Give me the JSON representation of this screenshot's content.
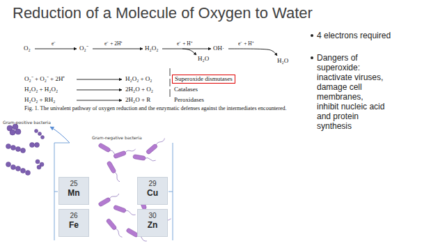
{
  "diagram": {
    "title": "Reduction of a Molecule of Oxygen to Water",
    "caption": "Fig. 1. The univalent pathway of oxygen reduction and the enzymatic defenses against the intermediates encountered.",
    "nodes": [
      {
        "text": [
          "Superoxide dismutases"
        ]
      },
      {
        "text": [
          "25",
          "Mn"
        ]
      },
      {
        "text": [
          "29",
          "Cu"
        ]
      },
      {
        "text": [
          "26",
          "Fe"
        ]
      },
      {
        "text": [
          "30",
          "Zn"
        ]
      }
    ],
    "labels": [
      "O₂",
      "e⁻",
      "O₂⁻",
      "e⁻ + 2H⁺",
      "H₂O₂",
      "e⁻ + H⁺",
      "OH·",
      "e⁻ + H⁺",
      "H₂O",
      "H₂O",
      "O₂⁻ + O₂⁻ + 2H⁺",
      "H₂O₂ + O₂",
      "H₂O₂ + H₂O₂",
      "2H₂O + O₂",
      "Catalases",
      "H₂O₂ + RH₂",
      "2H₂O + R",
      "Peroxidases",
      "4 electrons required",
      "Dangers of superoxide: inactivate viruses, damage cell membranes, inhibit nucleic acid and protein synthesis",
      "Gram-positive bacteria",
      "Gram-negative bacteria"
    ]
  }
}
